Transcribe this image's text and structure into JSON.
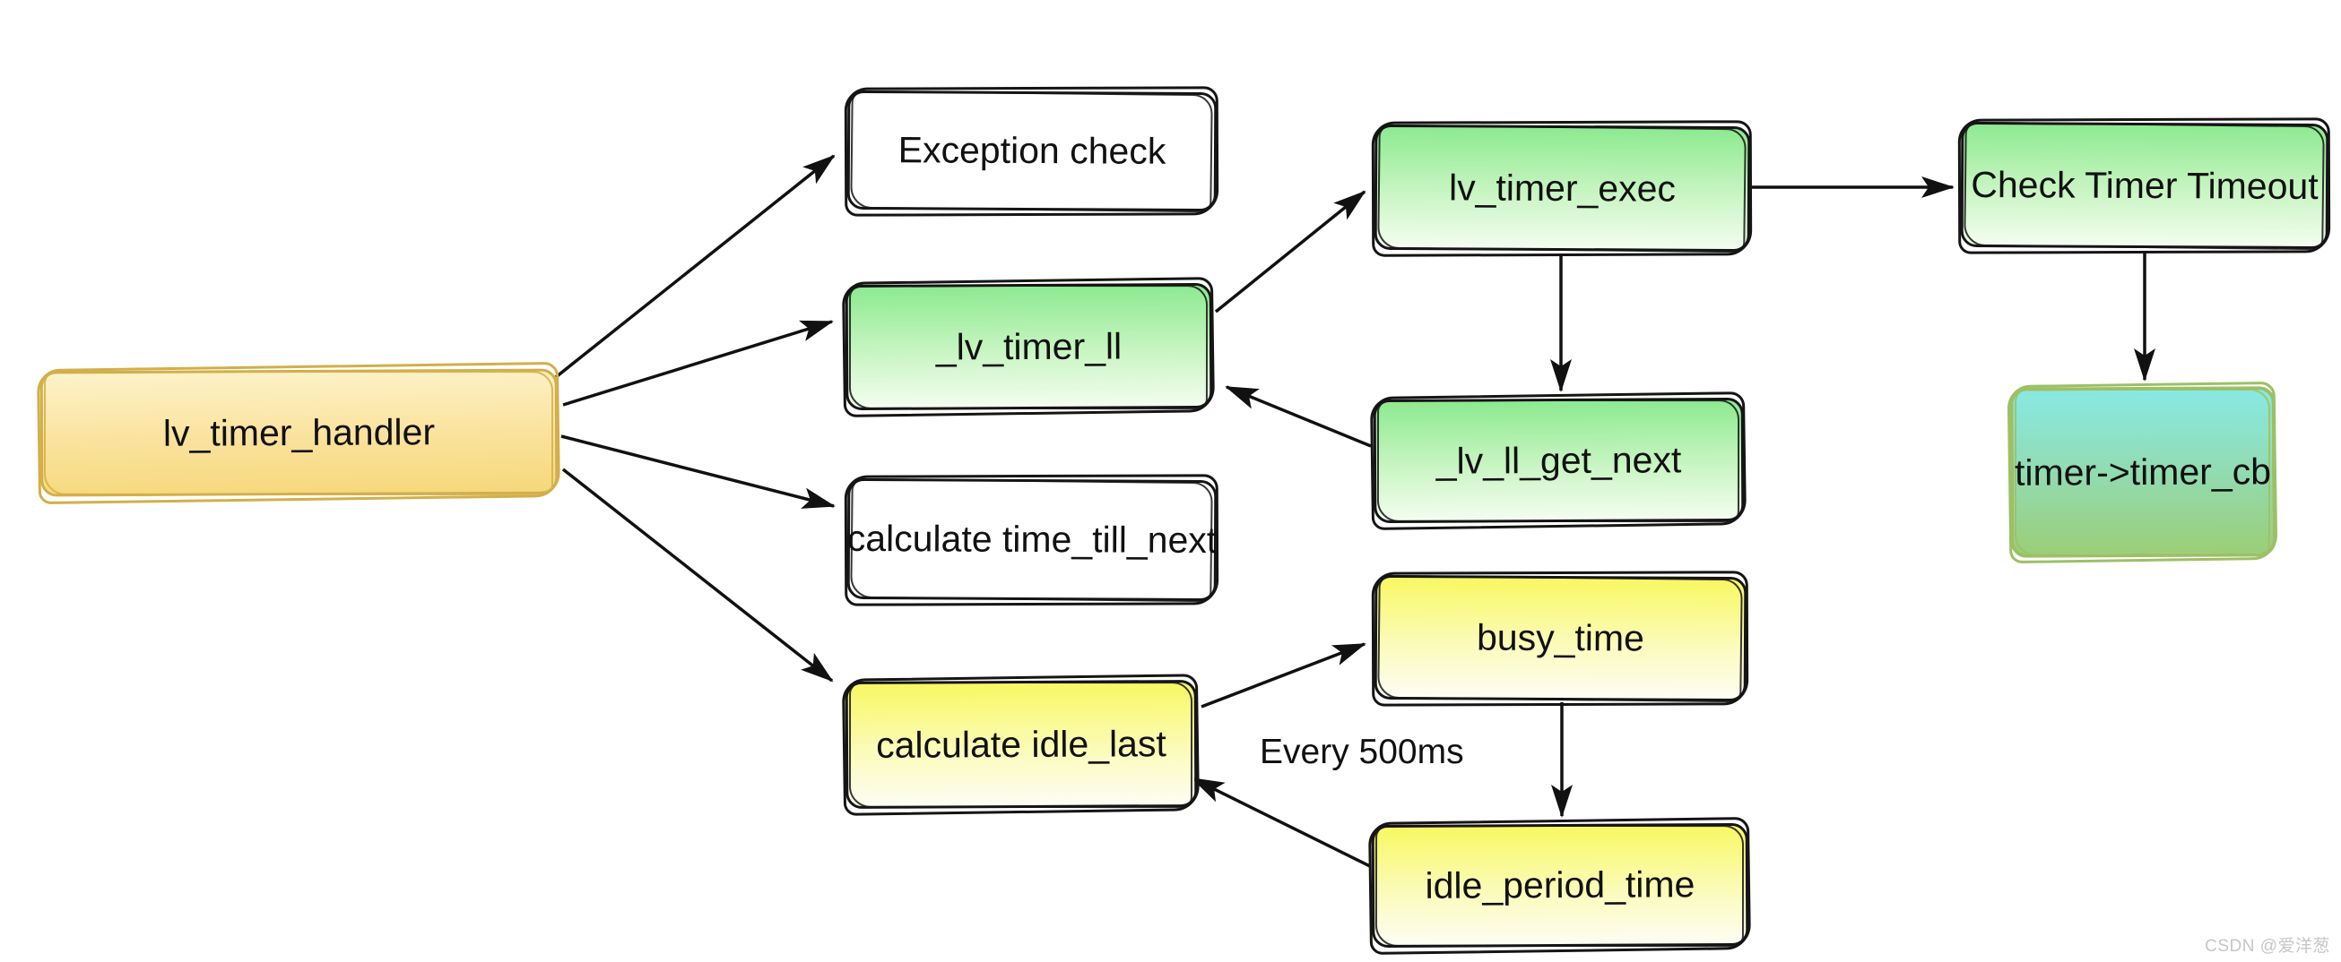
{
  "nodes": {
    "lv_timer_handler": {
      "label": "lv_timer_handler",
      "fill": "gold"
    },
    "exception_check": {
      "label": "Exception check",
      "fill": "white"
    },
    "lv_timer_ll": {
      "label": "_lv_timer_ll",
      "fill": "green"
    },
    "calculate_time_till_next": {
      "label": "calculate time_till_next",
      "fill": "white"
    },
    "calculate_idle_last": {
      "label": "calculate idle_last",
      "fill": "yellow"
    },
    "lv_timer_exec": {
      "label": "lv_timer_exec",
      "fill": "green"
    },
    "lv_ll_get_next": {
      "label": "_lv_ll_get_next",
      "fill": "green"
    },
    "check_timer_timeout": {
      "label": "Check Timer Timeout",
      "fill": "green"
    },
    "timer_timer_cb": {
      "label": "timer->timer_cb",
      "fill": "cyan-green"
    },
    "busy_time": {
      "label": "busy_time",
      "fill": "yellow"
    },
    "idle_period_time": {
      "label": "idle_period_time",
      "fill": "yellow"
    }
  },
  "edges": [
    {
      "from": "lv_timer_handler",
      "to": "exception_check"
    },
    {
      "from": "lv_timer_handler",
      "to": "lv_timer_ll"
    },
    {
      "from": "lv_timer_handler",
      "to": "calculate_time_till_next"
    },
    {
      "from": "lv_timer_handler",
      "to": "calculate_idle_last"
    },
    {
      "from": "lv_timer_ll",
      "to": "lv_timer_exec"
    },
    {
      "from": "lv_timer_exec",
      "to": "check_timer_timeout"
    },
    {
      "from": "lv_timer_exec",
      "to": "lv_ll_get_next"
    },
    {
      "from": "lv_ll_get_next",
      "to": "lv_timer_ll"
    },
    {
      "from": "check_timer_timeout",
      "to": "timer_timer_cb"
    },
    {
      "from": "calculate_idle_last",
      "to": "busy_time"
    },
    {
      "from": "busy_time",
      "to": "idle_period_time"
    },
    {
      "from": "idle_period_time",
      "to": "calculate_idle_last"
    }
  ],
  "annotations": {
    "every_500ms": "Every 500ms"
  },
  "watermark": {
    "text": "CSDN @爱洋葱"
  },
  "colors": {
    "background": "#ffffff",
    "text": "#111111",
    "arrow": "#111111",
    "box_border": "#111111",
    "gold_top": "#fdf2c9",
    "gold_bottom": "#f6d87b",
    "gold_border": "#d2af49",
    "green_top": "#8dea90",
    "green_bottom": "#f3fdef",
    "yellow_top": "#f8f862",
    "yellow_bottom": "#fdfdf3",
    "cyan_top": "#88e9e3",
    "cyan_bottom": "#9bce77",
    "cyan_border": "#9cc066",
    "watermark": "#c6c6cb"
  }
}
